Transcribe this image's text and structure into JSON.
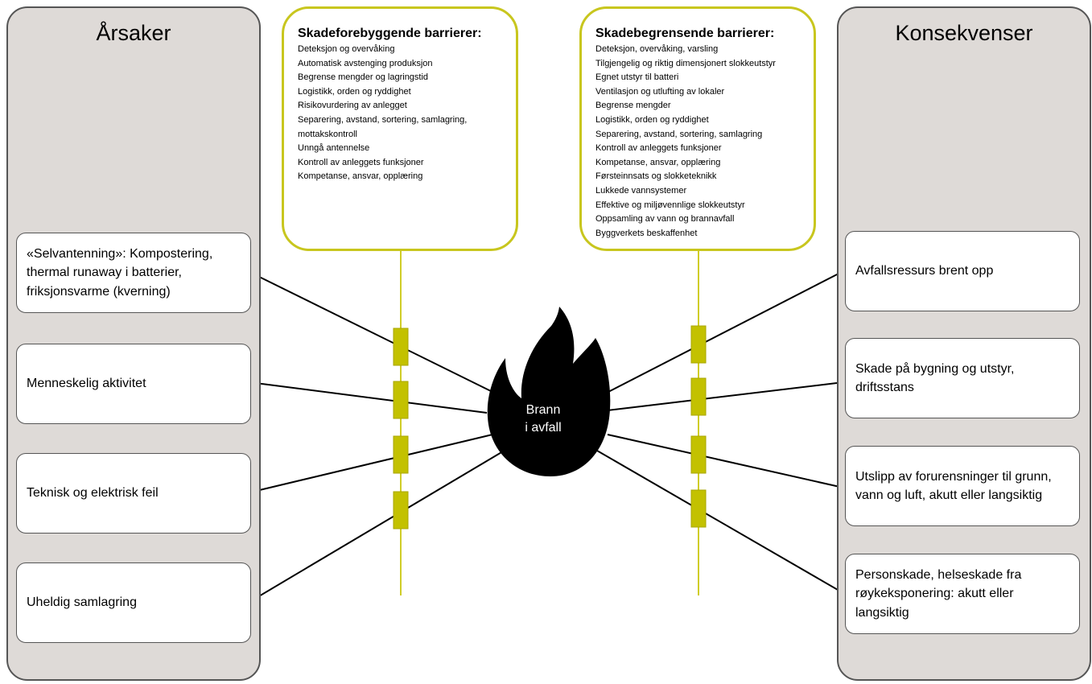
{
  "left_panel": {
    "title": "Årsaker",
    "items": [
      "«Selvantenning»: Kompostering, thermal runaway i batterier, friksjonsvarme (kverning)",
      "Menneskelig aktivitet",
      "Teknisk og elektrisk feil",
      "Uheldig samlagring"
    ]
  },
  "right_panel": {
    "title": "Konsekvenser",
    "items": [
      "Avfallsressurs brent opp",
      "Skade på bygning og utstyr, driftsstans",
      "Utslipp av forurensninger til grunn, vann og luft, akutt eller langsiktig",
      "Personskade, helseskade fra røykeksponering: akutt eller langsiktig"
    ]
  },
  "preventive_barriers": {
    "title": "Skadeforebyggende barrierer:",
    "items": [
      "Deteksjon og overvåking",
      "Automatisk avstenging produksjon",
      "Begrense mengder og lagringstid",
      "Logistikk, orden og ryddighet",
      "Risikovurdering av anlegget",
      "Separering, avstand, sortering, samlagring,",
      "mottakskontroll",
      "Unngå antennelse",
      "Kontroll av anleggets funksjoner",
      "Kompetanse, ansvar, opplæring"
    ]
  },
  "mitigating_barriers": {
    "title": "Skadebegrensende barrierer:",
    "items": [
      "Deteksjon, overvåking, varsling",
      "Tilgjengelig og riktig dimensjonert slokkeutstyr",
      "Egnet utstyr til batteri",
      "Ventilasjon og utlufting av lokaler",
      "Begrense mengder",
      "Logistikk, orden og ryddighet",
      "Separering, avstand, sortering, samlagring",
      "Kontroll av anleggets funksjoner",
      "Kompetanse, ansvar, opplæring",
      "Førsteinnsats og slokketeknikk",
      "Lukkede vannsystemer",
      "Effektive og miljøvennlige slokkeutstyr",
      "Oppsamling av vann og brannavfall",
      "Byggverkets beskaffenhet"
    ]
  },
  "center": {
    "line1": "Brann",
    "line2": "i avfall",
    "icon": "fire-icon"
  },
  "colors": {
    "barrier": "#c8c61e",
    "barrier_fill": "#c3c100",
    "panel": "#dedad7",
    "fire": "#000000"
  }
}
